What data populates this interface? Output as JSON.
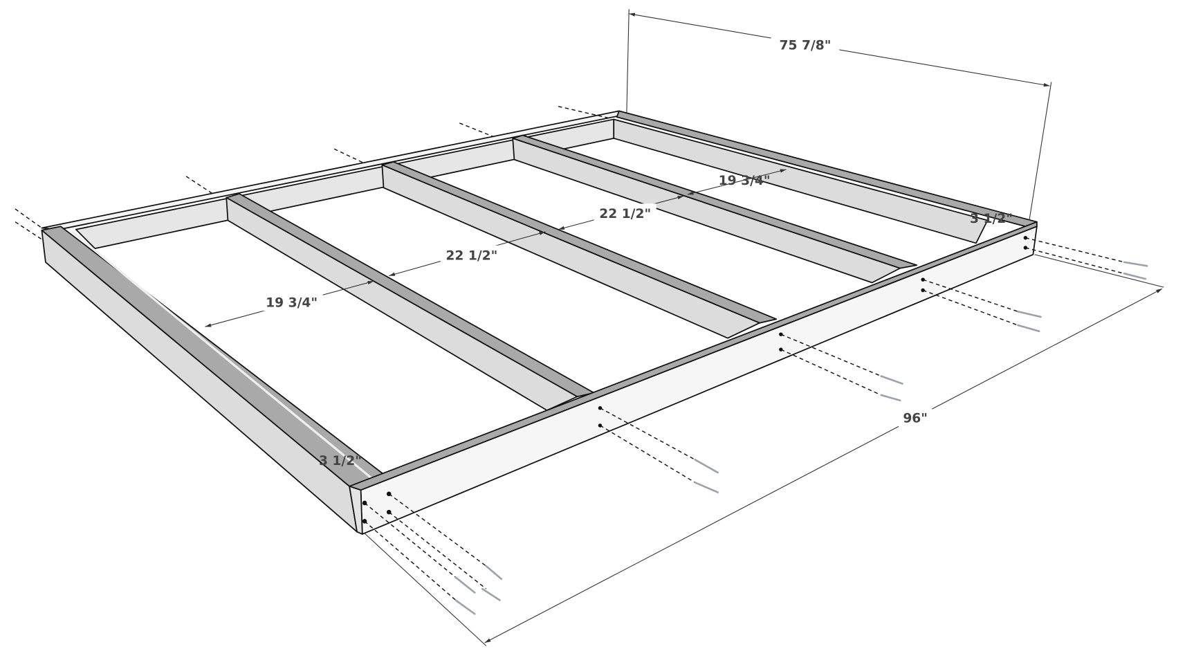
{
  "diagram": {
    "dimensions": {
      "width_overall": "75 7/8\"",
      "length_overall": "96\"",
      "rail_height_back": "3 1/2\"",
      "rail_height_front": "3 1/2\"",
      "spacing_1": "19 3/4\"",
      "spacing_2": "22 1/2\"",
      "spacing_3": "22 1/2\"",
      "spacing_4": "19 3/4\""
    },
    "colors": {
      "face_light": "#f4f4f4",
      "face_mid": "#dcdcdc",
      "face_dark": "#a9a9a9",
      "screw": "#9aa3ad"
    }
  }
}
